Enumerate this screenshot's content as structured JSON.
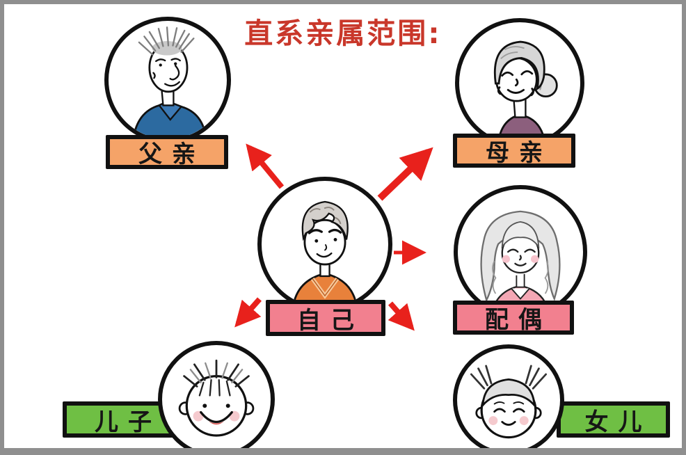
{
  "diagram": {
    "type": "family-relationship-diagram",
    "title": "直系亲属范围:",
    "center_node": "自己",
    "nodes": [
      {
        "id": "father",
        "label": "父亲",
        "label_color": "#f5a368",
        "position": "top-left",
        "portrait": "elderly-man-spiky-gray-hair-blue-shirt"
      },
      {
        "id": "mother",
        "label": "母亲",
        "label_color": "#f5a368",
        "position": "top-right",
        "portrait": "elderly-woman-gray-bun-purple-shawl"
      },
      {
        "id": "self",
        "label": "自己",
        "label_color": "#f2808f",
        "position": "center",
        "portrait": "young-man-wavy-hair-orange-top"
      },
      {
        "id": "spouse",
        "label": "配偶",
        "label_color": "#f2808f",
        "position": "middle-right",
        "portrait": "young-woman-long-hair-pink-top"
      },
      {
        "id": "son",
        "label": "儿子",
        "label_color": "#6fbf44",
        "position": "bottom-left",
        "portrait": "boy-spiky-hair-big-smile"
      },
      {
        "id": "daughter",
        "label": "女儿",
        "label_color": "#6fbf44",
        "position": "bottom-right",
        "portrait": "girl-pigtails-smile"
      }
    ],
    "edges": [
      {
        "from": "self",
        "to": "father"
      },
      {
        "from": "self",
        "to": "mother"
      },
      {
        "from": "self",
        "to": "spouse"
      },
      {
        "from": "self",
        "to": "son"
      },
      {
        "from": "self",
        "to": "daughter"
      }
    ],
    "colors": {
      "title_red": "#c9372a",
      "arrow_red": "#e8211c",
      "orange_label": "#f5a368",
      "pink_label": "#f2808f",
      "green_label": "#6fbf44",
      "frame_gray": "#8f8f8f",
      "outline_black": "#111111"
    }
  }
}
